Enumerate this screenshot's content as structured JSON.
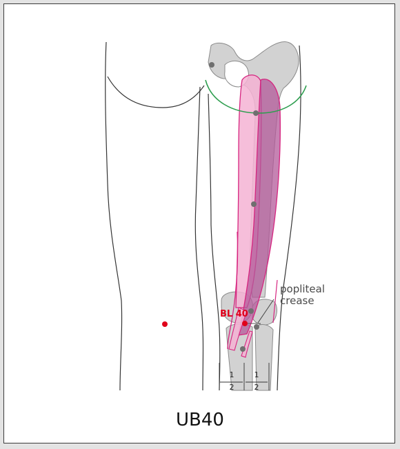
{
  "diagram": {
    "annotation_label": "popliteal\ncrease",
    "annotation_line1": "popliteal",
    "annotation_line2": "crease",
    "point_label": "BL 40",
    "fraction_left_numerator": "1",
    "fraction_left_denominator": "2",
    "fraction_right_numerator": "1",
    "fraction_right_denominator": "2",
    "caption": "UB40"
  },
  "colors": {
    "point_red": "#e0001a",
    "muscle_pink": "#e83e9c",
    "bone_gray": "#cfcfcf",
    "gluteal_green": "#2e9e4f"
  }
}
